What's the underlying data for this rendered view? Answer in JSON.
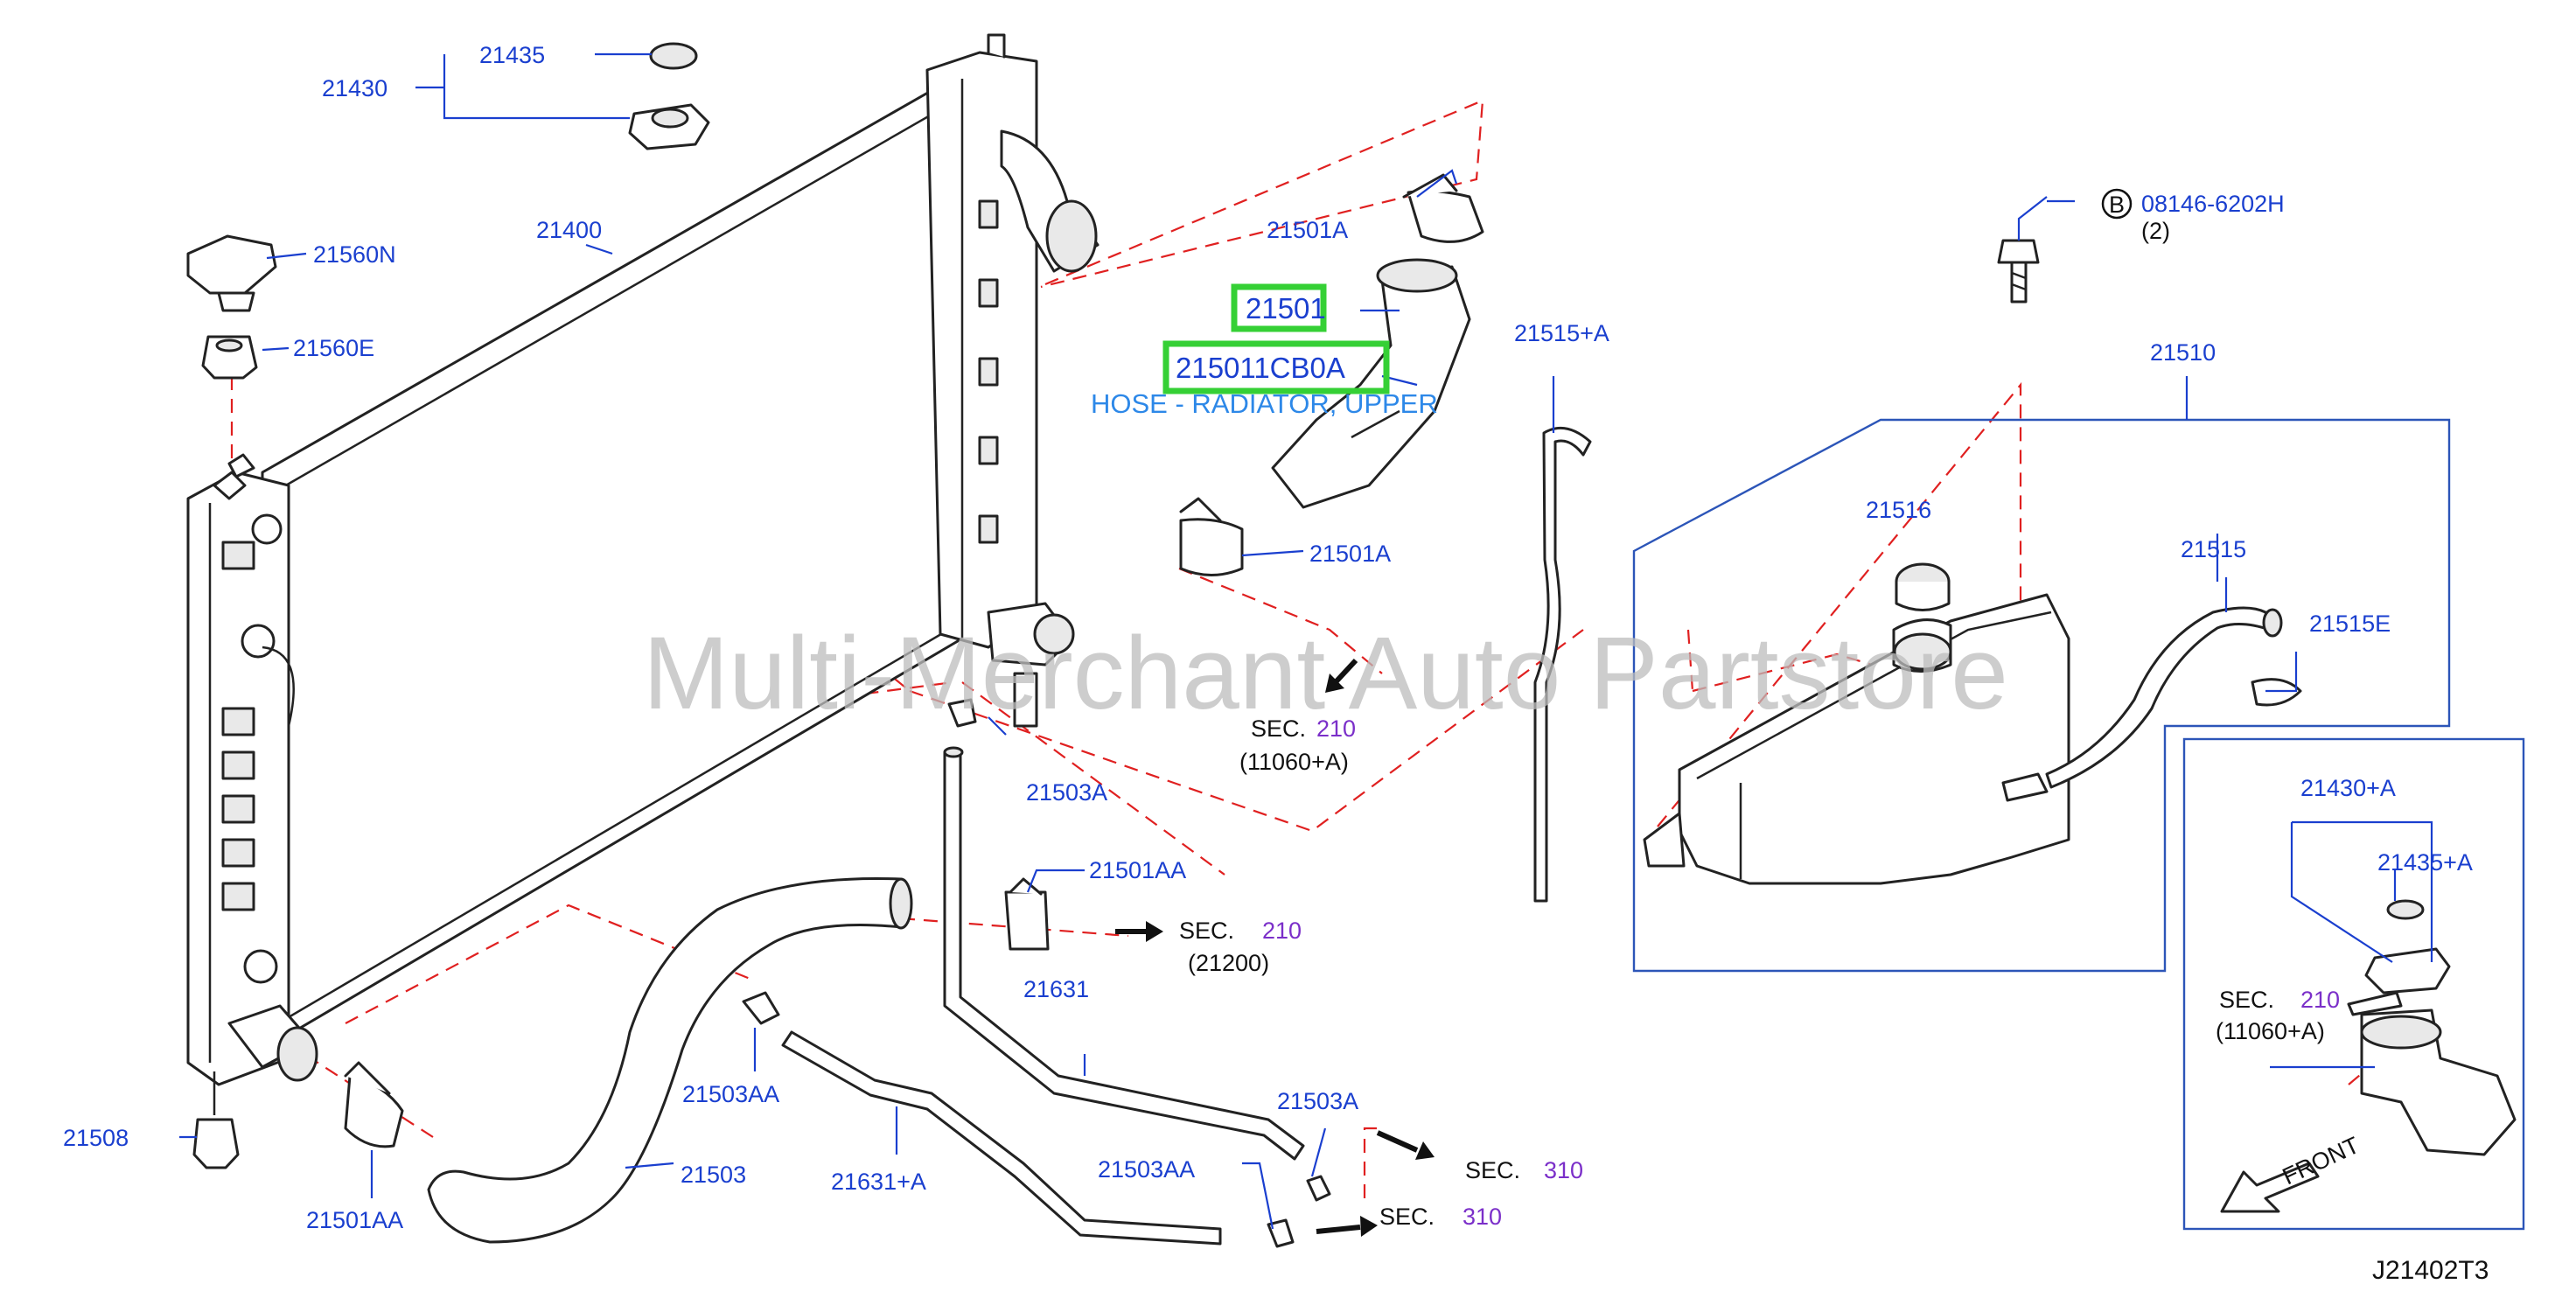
{
  "watermark": "Multi-Merchant Auto Partstore",
  "diagram_code": "J21402T3",
  "highlight": {
    "part_number": "21501",
    "catalog_number": "215011CB0A",
    "description": "HOSE - RADIATOR, UPPER"
  },
  "labels": {
    "p21435": "21435",
    "p21430": "21430",
    "p21400": "21400",
    "p21560N": "21560N",
    "p21560E": "21560E",
    "p21501A_top": "21501A",
    "p21501A_bottom": "21501A",
    "p21515A": "21515+A",
    "p21510": "21510",
    "p21516": "21516",
    "p21515": "21515",
    "p21515E": "21515E",
    "p21503A_1": "21503A",
    "p21501AA_1": "21501AA",
    "p21631": "21631",
    "p21503A_2": "21503A",
    "p21503AA_1": "21503AA",
    "p21503": "21503",
    "p21631A": "21631+A",
    "p21503AA_2": "21503AA",
    "p21508": "21508",
    "p21501AA_2": "21501AA",
    "p21430A": "21430+A",
    "p21435A": "21435+A"
  },
  "bolt": {
    "badge": "B",
    "part_number": "08146-6202H",
    "qty": "(2)"
  },
  "sec_refs": [
    {
      "word": "SEC.",
      "num": "210",
      "sub": "(11060+A)"
    },
    {
      "word": "SEC.",
      "num": "210",
      "sub": "(21200)"
    },
    {
      "word": "SEC.",
      "num": "310",
      "sub": ""
    },
    {
      "word": "SEC.",
      "num": "310",
      "sub": ""
    },
    {
      "word": "SEC.",
      "num": "210",
      "sub": "(11060+A)"
    }
  ],
  "front_label": "FRONT"
}
